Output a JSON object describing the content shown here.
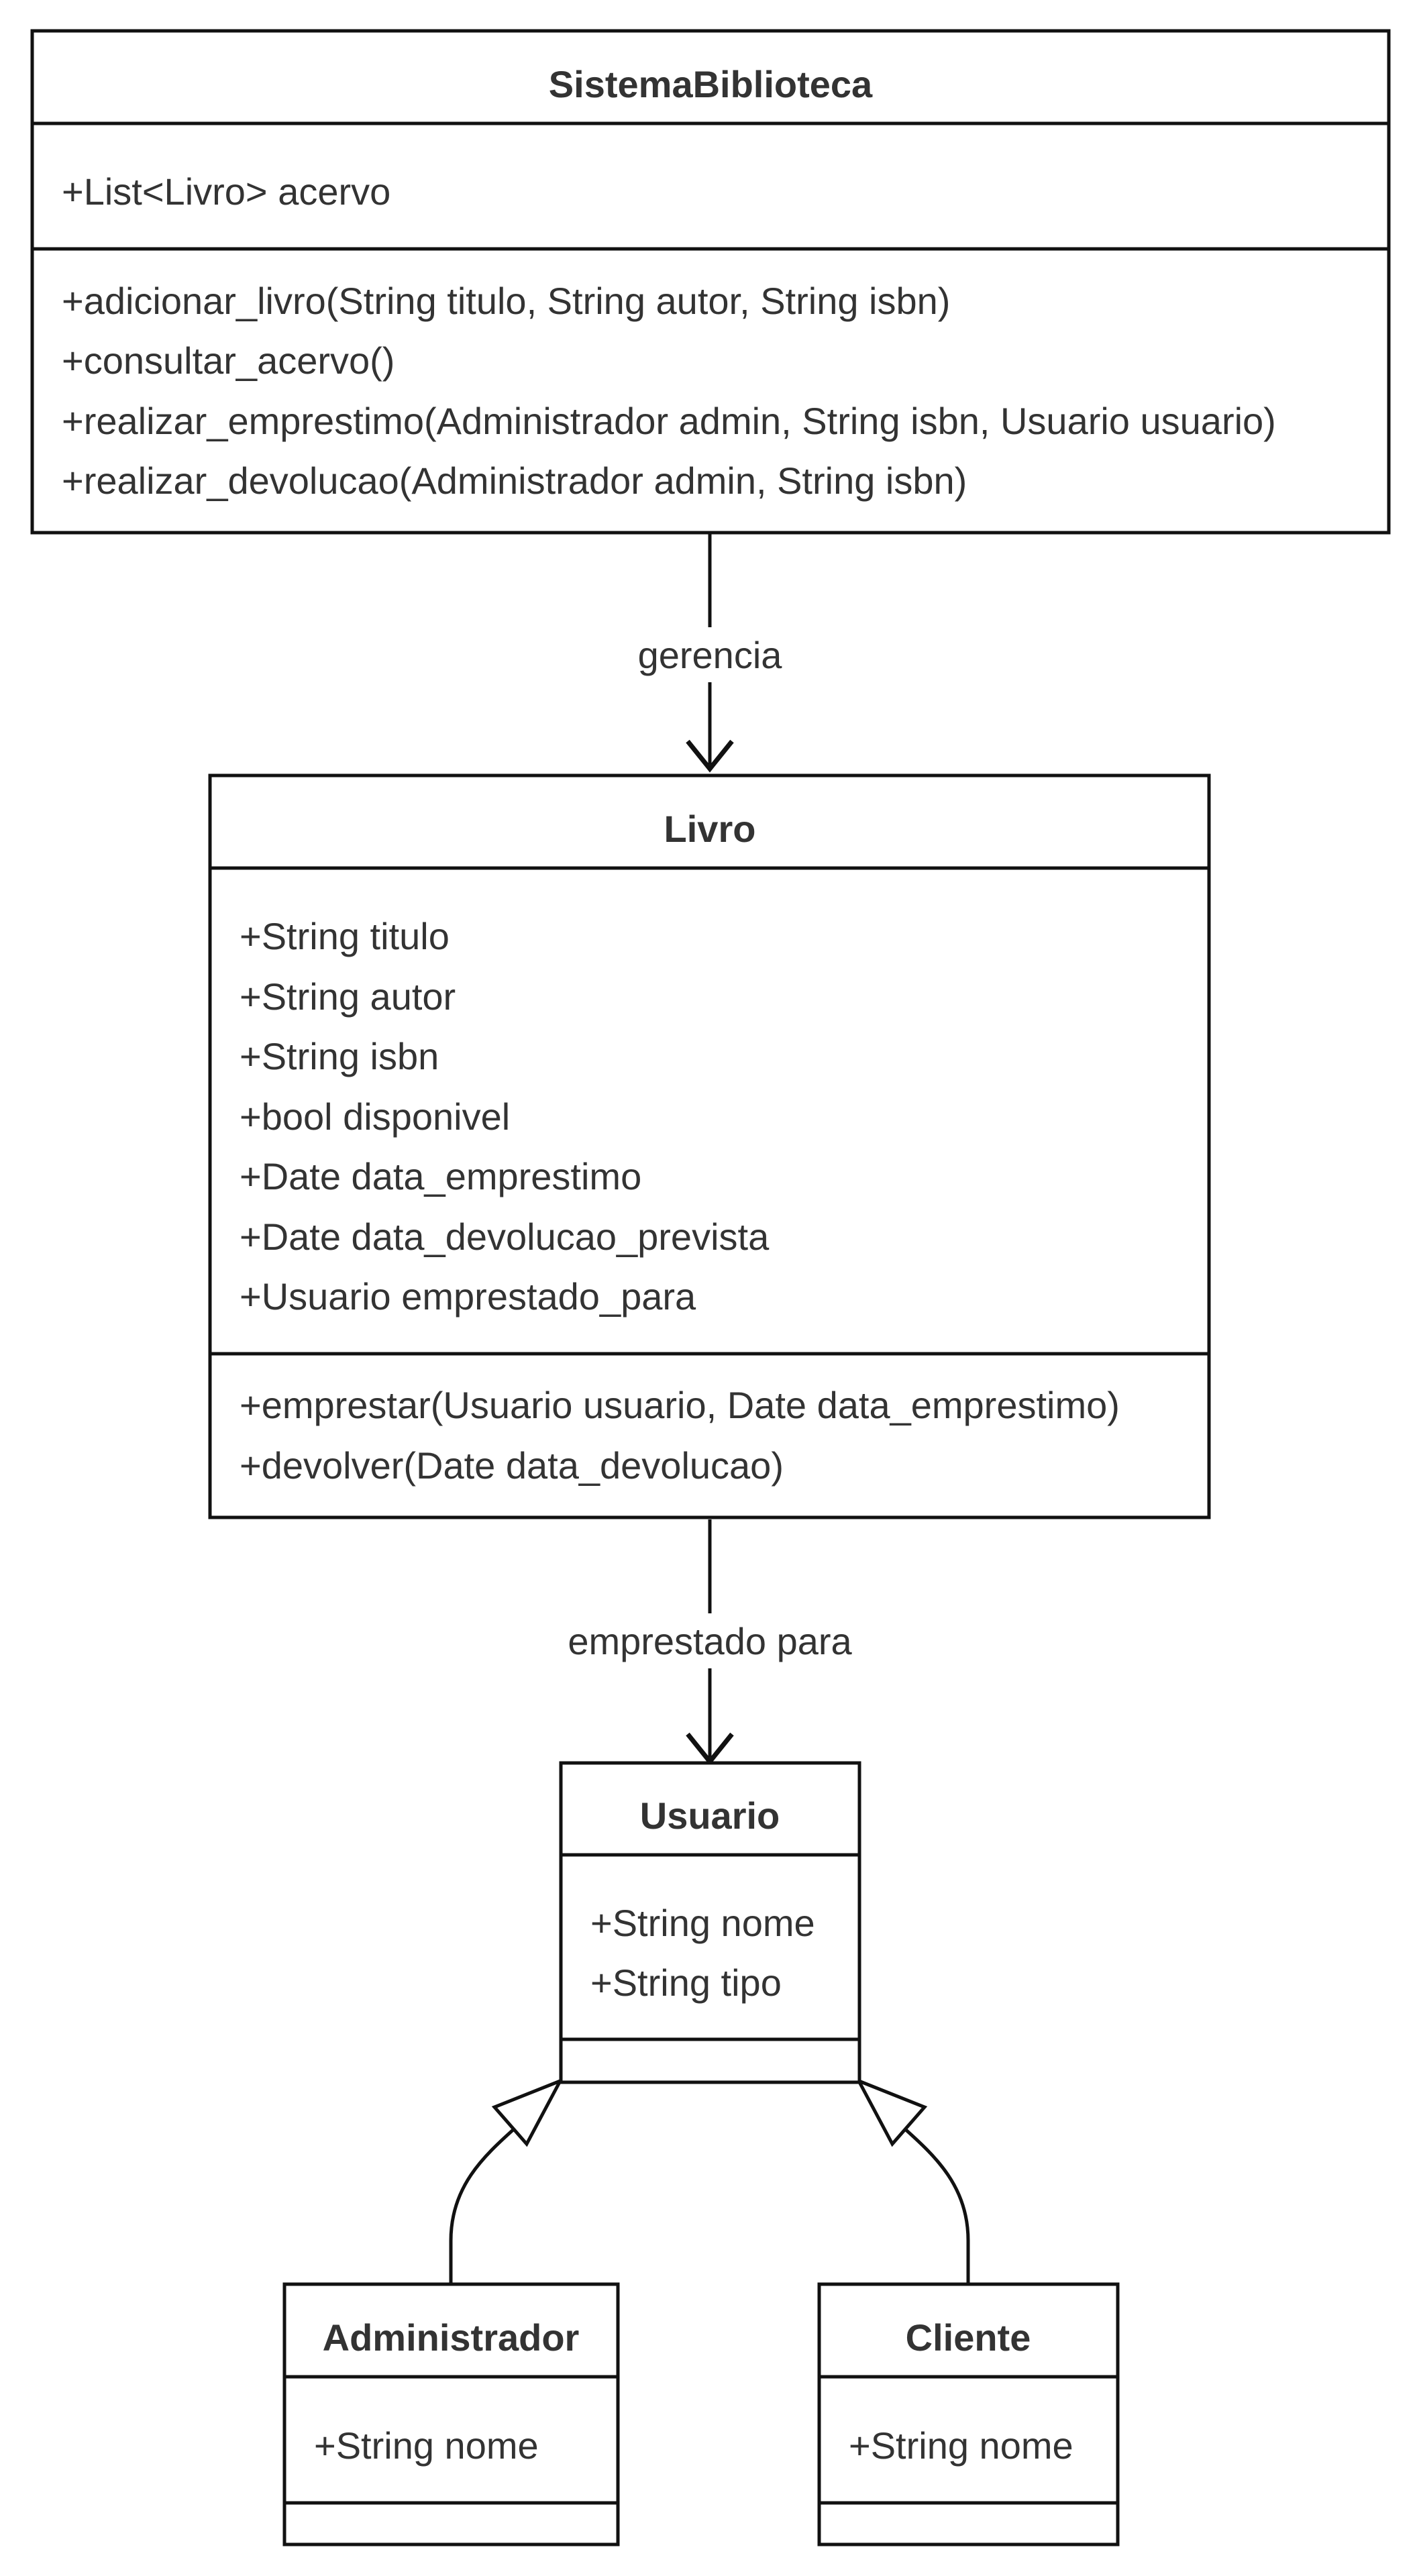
{
  "diagram": {
    "classes": {
      "sistema": {
        "name": "SistemaBiblioteca",
        "attributes": [
          "+List<Livro> acervo"
        ],
        "methods": [
          "+adicionar_livro(String titulo, String autor, String isbn)",
          "+consultar_acervo()",
          "+realizar_emprestimo(Administrador admin, String isbn, Usuario usuario)",
          "+realizar_devolucao(Administrador admin, String isbn)"
        ]
      },
      "livro": {
        "name": "Livro",
        "attributes": [
          "+String titulo",
          "+String autor",
          "+String isbn",
          "+bool disponivel",
          "+Date data_emprestimo",
          "+Date data_devolucao_prevista",
          "+Usuario emprestado_para"
        ],
        "methods": [
          "+emprestar(Usuario usuario, Date data_emprestimo)",
          "+devolver(Date data_devolucao)"
        ]
      },
      "usuario": {
        "name": "Usuario",
        "attributes": [
          "+String nome",
          "+String tipo"
        ],
        "methods": []
      },
      "administrador": {
        "name": "Administrador",
        "attributes": [
          "+String nome"
        ],
        "methods": []
      },
      "cliente": {
        "name": "Cliente",
        "attributes": [
          "+String nome"
        ],
        "methods": []
      }
    },
    "relations": {
      "gerencia": "gerencia",
      "emprestado_para": "emprestado para"
    }
  }
}
